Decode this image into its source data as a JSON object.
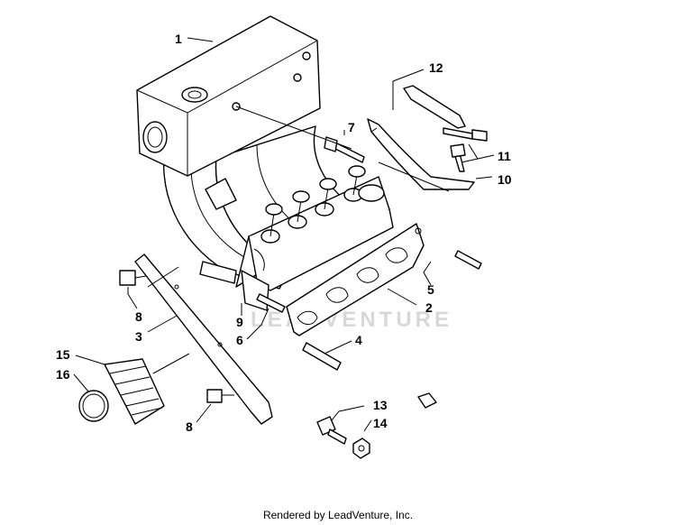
{
  "diagram": {
    "callouts": [
      "1",
      "2",
      "3",
      "4",
      "5",
      "6",
      "7",
      "8",
      "8",
      "9",
      "10",
      "11",
      "12",
      "13",
      "14",
      "15",
      "16"
    ],
    "watermark": "LEADVENTURE"
  },
  "footer": {
    "text": "Rendered by LeadVenture, Inc."
  },
  "colors": {
    "line": "#000000",
    "background": "#ffffff",
    "watermark": "#d8d8d8"
  }
}
